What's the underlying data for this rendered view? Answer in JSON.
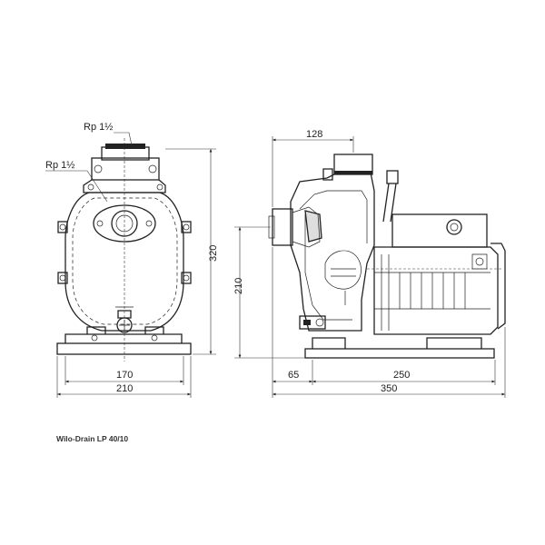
{
  "caption": "Wilo-Drain LP 40/10",
  "front_view": {
    "outlet_thread": "Rp 1½",
    "inlet_thread": "Rp 1½",
    "height": "320",
    "base_hole_spacing": "170",
    "base_width": "210"
  },
  "side_view": {
    "top_width": "128",
    "inlet_height": "210",
    "inlet_offset": "65",
    "foot_length": "250",
    "total_length": "350"
  }
}
